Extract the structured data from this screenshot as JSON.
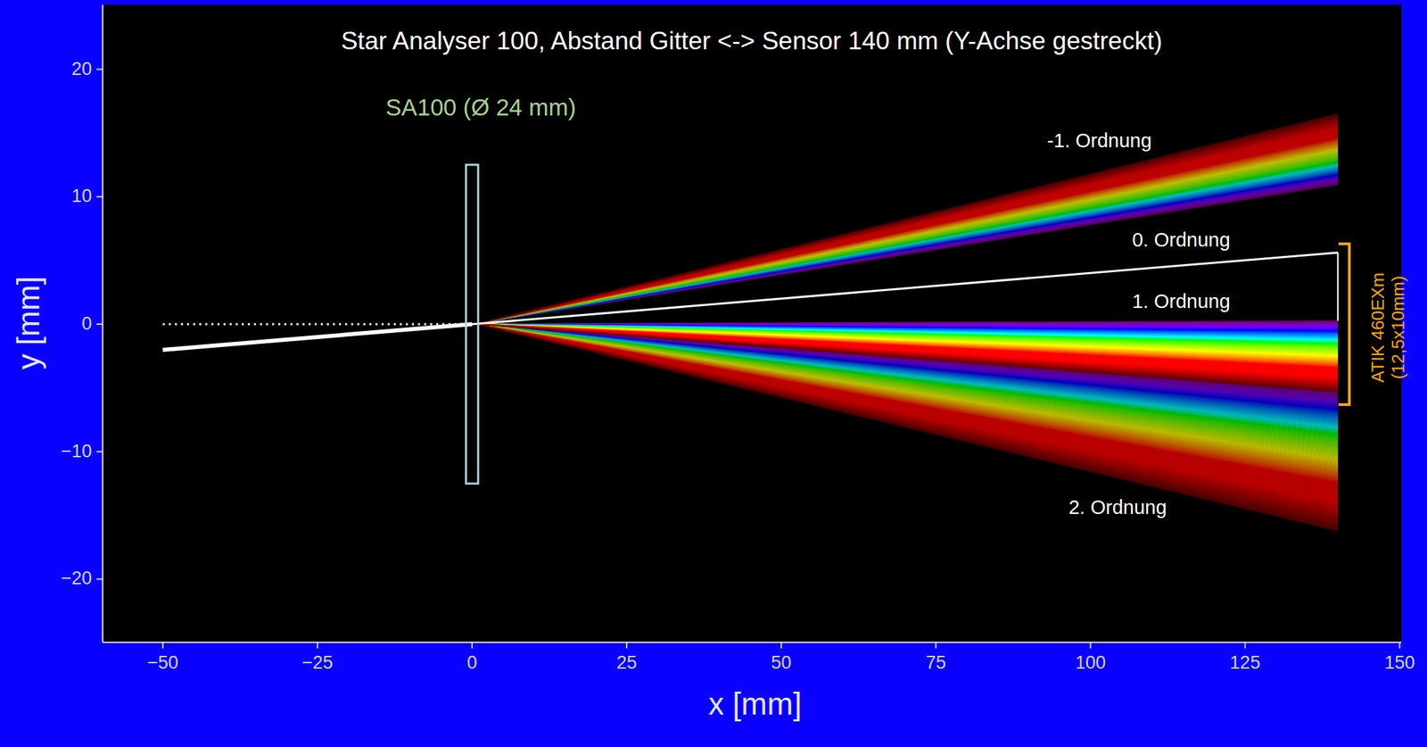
{
  "diagram": {
    "title": "Star Analyser 100, Abstand Gitter <-> Sensor 140 mm (Y-Achse gestreckt)",
    "labels": [
      "SA100 (Ø 24 mm)",
      "-1. Ordnung",
      "0. Ordnung",
      "1. Ordnung",
      "2. Ordnung",
      "ATIK 460EXm (12,5x10mm)",
      "20",
      "10",
      "0",
      "−10",
      "−20",
      "−50",
      "−25",
      "0",
      "25",
      "50",
      "75",
      "100",
      "125",
      "150",
      "y [mm]",
      "x [mm]"
    ]
  }
}
